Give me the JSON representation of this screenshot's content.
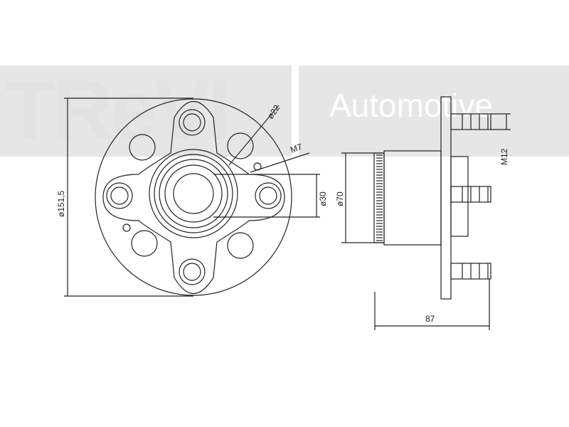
{
  "watermark": {
    "brand": "TReVI",
    "sub": "Automotive"
  },
  "dimensions": {
    "outer_diameter": "ø151,5",
    "bore": "ø30",
    "bolt_hole": "ø22",
    "small_thread": "M7",
    "stud_thread": "M12",
    "flange_diameter": "ø70",
    "length": "87"
  },
  "colors": {
    "line": "#222222",
    "watermark": "#e6e6e6"
  }
}
